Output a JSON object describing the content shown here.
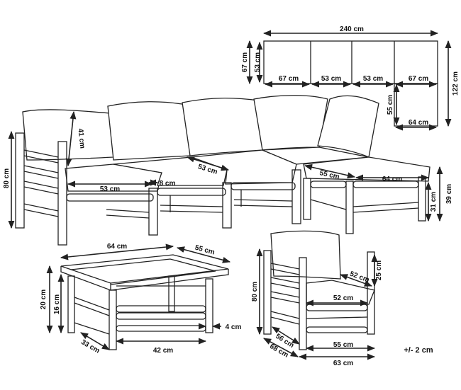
{
  "layout_plan": {
    "total_width": "240 cm",
    "total_depth": "122 cm",
    "module_depth_left": "67 cm",
    "module_depth_inner": "53 cm",
    "widths": [
      "67 cm",
      "53 cm",
      "53 cm",
      "67 cm"
    ],
    "ottoman_depth": "55 cm",
    "ottoman_width": "64 cm"
  },
  "sofa_set": {
    "height": "80 cm",
    "backrest_height": "41 cm",
    "seat_width": "53 cm",
    "seat_depth": "53 cm",
    "armrest_thickness": "8 cm",
    "ottoman_depth": "55 cm",
    "ottoman_width": "64 cm",
    "ottoman_height": "39 cm",
    "ottoman_frame_height": "31 cm"
  },
  "coffee_table": {
    "length": "64 cm",
    "width": "55 cm",
    "height": "20 cm",
    "frame_height": "16 cm",
    "leg_thickness": "4 cm",
    "inner_depth": "33 cm",
    "inner_length": "42 cm"
  },
  "armchair": {
    "height": "80 cm",
    "backrest_height": "25 cm",
    "backrest_width": "52 cm",
    "seat_width": "52 cm",
    "seat_depth": "56 cm",
    "frame_width": "55 cm",
    "depth": "68 cm",
    "width": "63 cm"
  },
  "tolerance": "+/- 2 cm"
}
